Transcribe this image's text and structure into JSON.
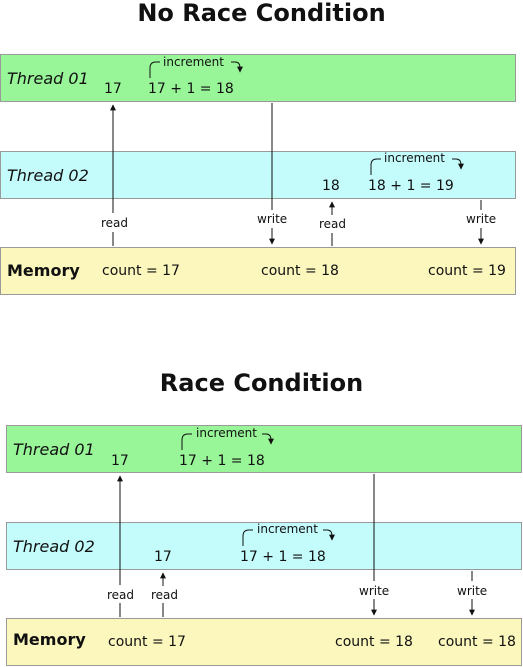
{
  "top": {
    "title": "No Race Condition",
    "thread1": {
      "label": "Thread 01",
      "read_value": "17",
      "increment": "increment",
      "expression": "17  +  1  =  18"
    },
    "thread2": {
      "label": "Thread 02",
      "read_value": "18",
      "increment": "increment",
      "expression": "18  +  1  =  19"
    },
    "memory": {
      "label": "Memory",
      "values": [
        "count = 17",
        "count = 18",
        "count = 19"
      ]
    },
    "arrows": {
      "read1": "read",
      "write1": "write",
      "read2": "read",
      "write2": "write"
    }
  },
  "bottom": {
    "title": "Race Condition",
    "thread1": {
      "label": "Thread 01",
      "read_value": "17",
      "increment": "increment",
      "expression": "17  +  1  =  18"
    },
    "thread2": {
      "label": "Thread 02",
      "read_value": "17",
      "increment": "increment",
      "expression": "17  +  1  =  18"
    },
    "memory": {
      "label": "Memory",
      "values": [
        "count = 17",
        "count = 18",
        "count = 18"
      ]
    },
    "arrows": {
      "read1": "read",
      "read2": "read",
      "write1": "write",
      "write2": "write"
    }
  },
  "colors": {
    "thread1_fill": "#98f598",
    "thread2_fill": "#c4fcfc",
    "memory_fill": "#fbf7bd",
    "border": "#9a9a9a"
  }
}
